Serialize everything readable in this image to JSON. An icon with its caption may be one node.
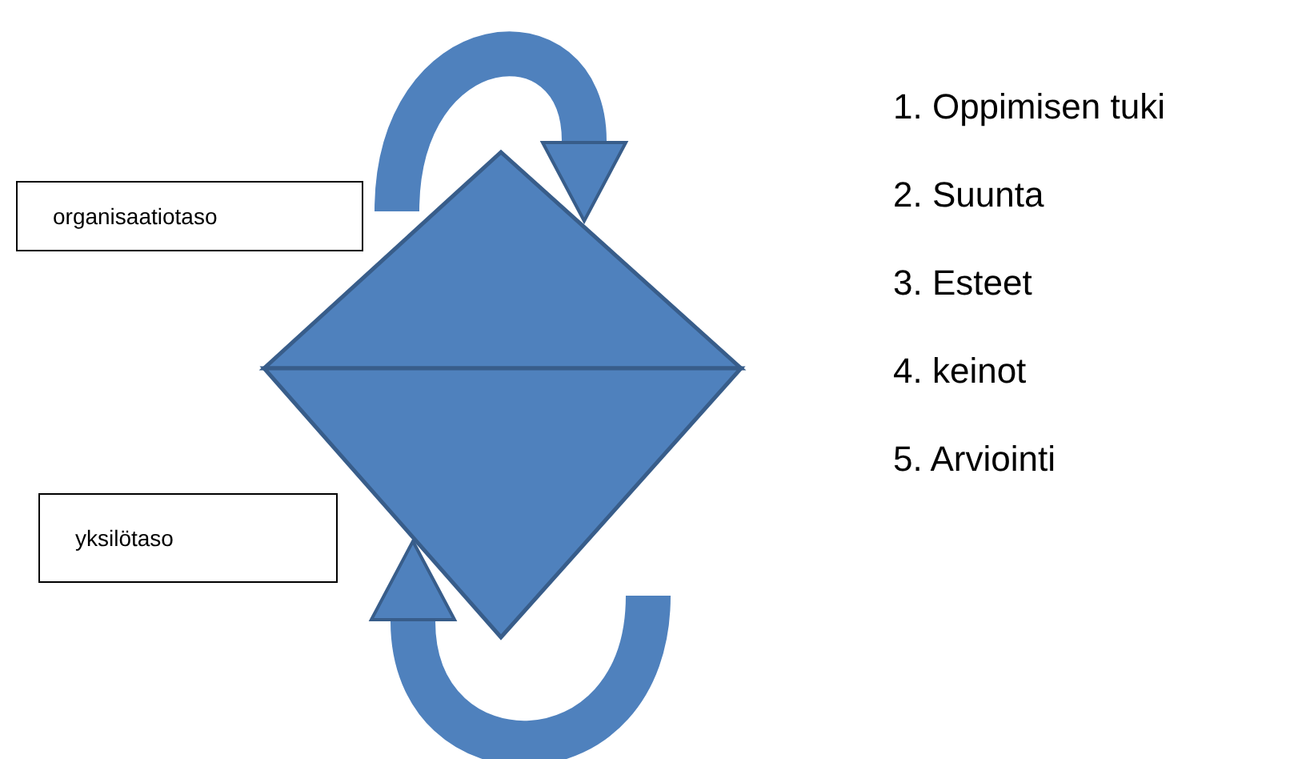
{
  "diagram": {
    "nodes": [
      {
        "text": [],
        "shape": "triangle"
      },
      {
        "text": [
          "organisaatiotaso"
        ]
      },
      {
        "text": [],
        "shape": "triangle"
      },
      {
        "text": [
          "yksilötaso"
        ]
      }
    ],
    "edges": [
      {
        "from": null,
        "to": 0,
        "arrow": "to"
      },
      {
        "from": null,
        "to": 2,
        "arrow": "to"
      }
    ],
    "labels": [
      "1. Oppimisen tuki",
      "2. Suunta",
      "3. Esteet",
      "4. keinot",
      "5. Arviointi"
    ]
  }
}
